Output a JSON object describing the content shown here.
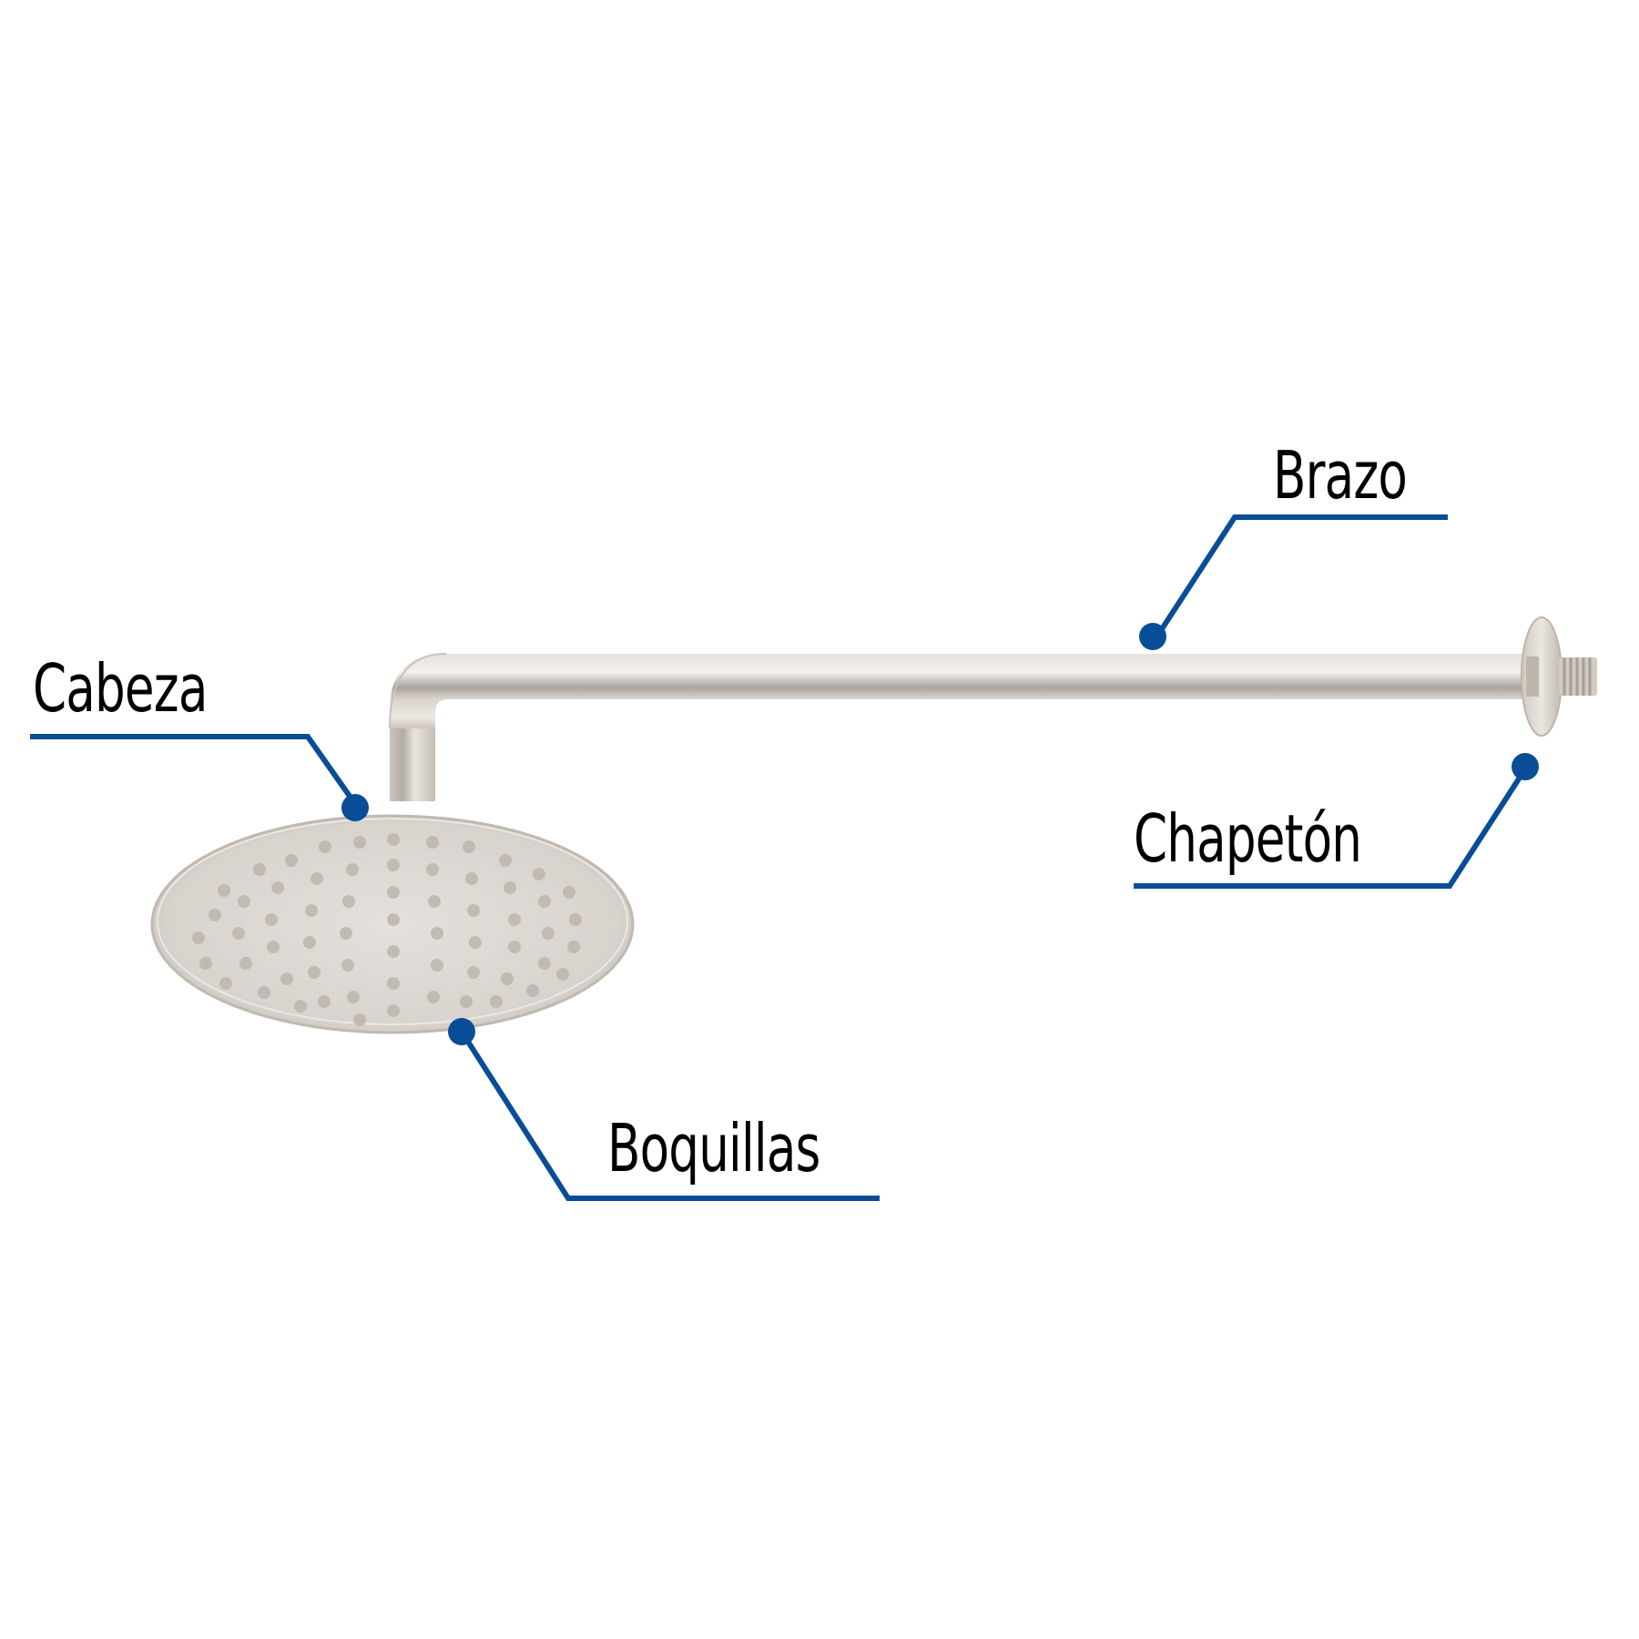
{
  "diagram": {
    "subject": "shower head with arm",
    "accent_color": "#0a4d97",
    "metal_color": "#d9d4cd",
    "labels": [
      {
        "id": "cabeza",
        "text": "Cabeza"
      },
      {
        "id": "brazo",
        "text": "Brazo"
      },
      {
        "id": "chapeton",
        "text": "Chapetón"
      },
      {
        "id": "boquillas",
        "text": "Boquillas"
      }
    ]
  }
}
